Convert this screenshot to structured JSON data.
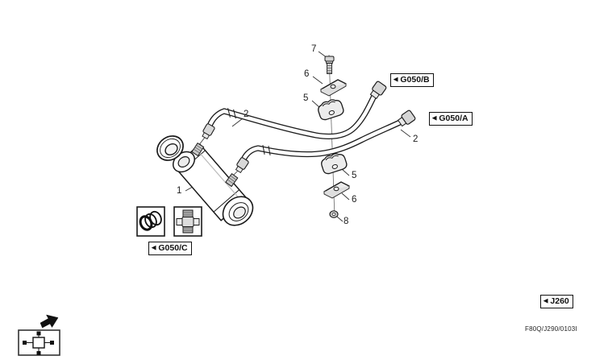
{
  "figure": {
    "type": "parts-exploded-diagram",
    "subject": "hydraulic cylinder with hoses and mounting clamps",
    "colors": {
      "ink": "#1a1a1a",
      "background": "#ffffff",
      "shade": "#e9e9e9"
    }
  },
  "callouts": {
    "cylinder": "1",
    "hose_top": "2",
    "hose_right": "2",
    "clamp_top": "5",
    "clamp_bottom": "5",
    "plate_top": "6",
    "plate_bottom": "6",
    "bolt": "7",
    "nut": "8"
  },
  "ref_tags": {
    "marker": "◀",
    "g050b": "G050/B",
    "g050a": "G050/A",
    "g050c": "G050/C",
    "j260": "J260"
  },
  "footer": {
    "figure_code": "F80Q/J290/0103I"
  }
}
